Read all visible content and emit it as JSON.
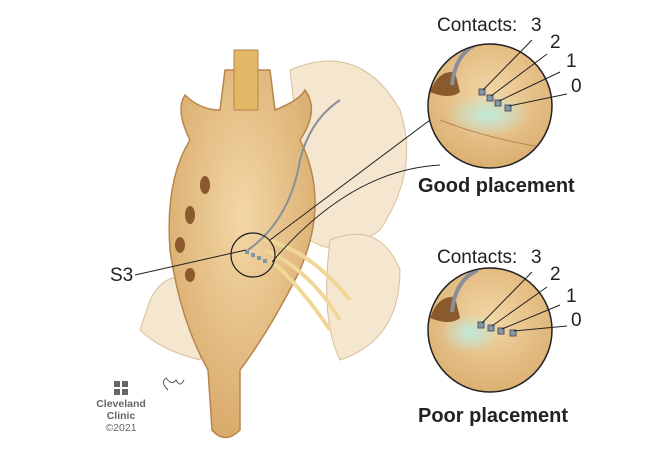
{
  "level_label": "S3",
  "good": {
    "contacts_label": "Contacts:",
    "contacts": [
      "3",
      "2",
      "1",
      "0"
    ],
    "caption": "Good placement"
  },
  "poor": {
    "contacts_label": "Contacts:",
    "contacts": [
      "3",
      "2",
      "1",
      "0"
    ],
    "caption": "Poor placement"
  },
  "logo": {
    "name_line1": "Cleveland",
    "name_line2": "Clinic",
    "copyright": "©2021"
  },
  "colors": {
    "bone": "#e8c48f",
    "bone_shade": "#c99a5c",
    "glow": "#bfe6d9",
    "nerve": "#f1d89a",
    "lead": "#8a8f99"
  }
}
